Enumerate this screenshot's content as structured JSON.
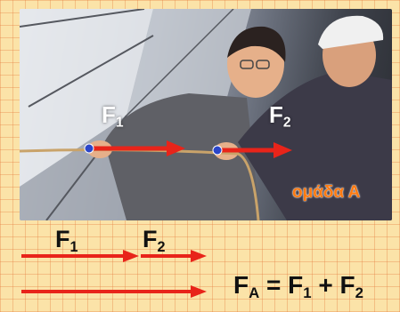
{
  "photo": {
    "force1": {
      "letter": "F",
      "sub": "1"
    },
    "force2": {
      "letter": "F",
      "sub": "2"
    },
    "team_label": "ομάδα Α"
  },
  "diagram": {
    "force1": {
      "letter": "F",
      "sub": "1"
    },
    "force2": {
      "letter": "F",
      "sub": "2"
    },
    "formula": {
      "lhs_letter": "F",
      "lhs_sub": "A",
      "equals": "=",
      "term1_letter": "F",
      "term1_sub": "1",
      "plus": "+",
      "term2_letter": "F",
      "term2_sub": "2"
    }
  },
  "colors": {
    "arrow": "#e8241a",
    "team_label": "#ff7a10",
    "grid": "#f08c4c",
    "background": "#fbe3a8"
  }
}
